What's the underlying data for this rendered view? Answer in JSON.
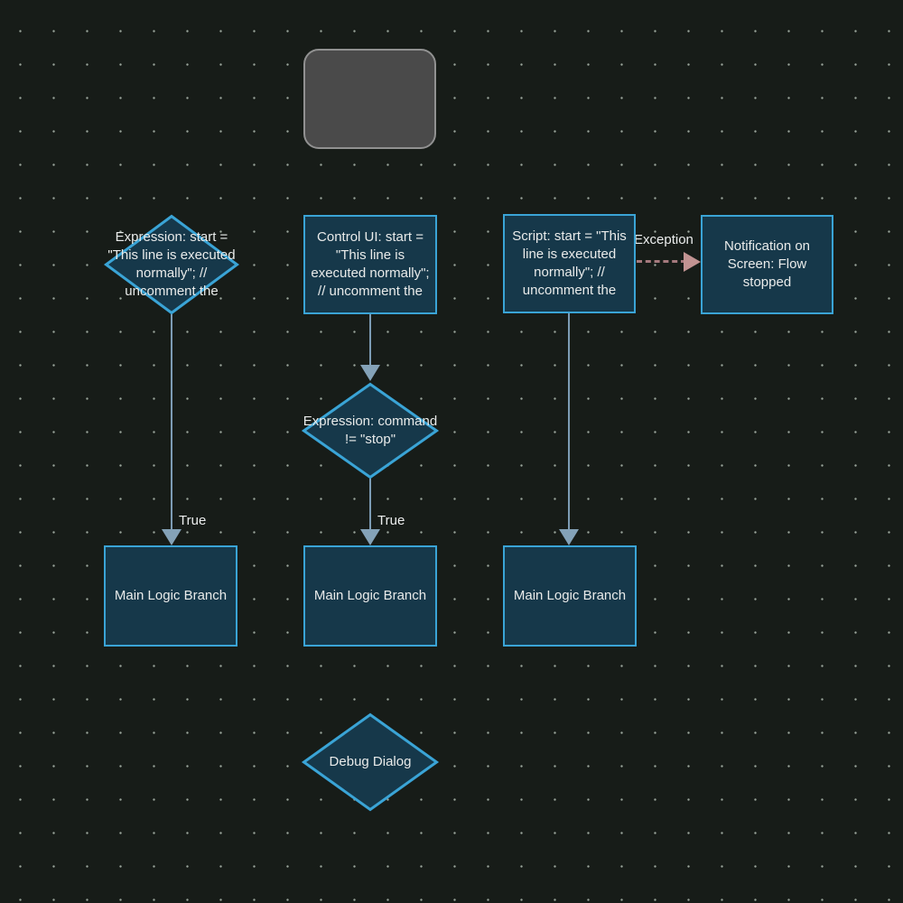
{
  "canvas": {
    "background_color": "#171c18",
    "grid_dot_color": "#9aa59b"
  },
  "colors": {
    "node_border": "#3aa4d6",
    "node_fill": "#16384a",
    "start_node_fill": "#4a4a4a",
    "start_node_border": "#919191",
    "edge": "#7d9cb5",
    "arrowhead": "#84a2b8",
    "exception_edge": "#a5797d",
    "exception_arrowhead": "#c29392",
    "text": "#e9ebea"
  },
  "nodes": {
    "start": {
      "label": "",
      "shape": "rounded-rect"
    },
    "expression1": {
      "label": "Expression: start = \"This line is executed normally\"; // uncomment the",
      "shape": "diamond"
    },
    "control_ui": {
      "label": "Control UI: start = \"This line is executed normally\"; // uncomment the",
      "shape": "rect"
    },
    "script": {
      "label": "Script: start = \"This line is executed normally\"; // uncomment the",
      "shape": "rect"
    },
    "notification": {
      "label": "Notification on Screen: Flow stopped",
      "shape": "rect"
    },
    "expression2": {
      "label": "Expression: command != \"stop\"",
      "shape": "diamond"
    },
    "main_branch_1": {
      "label": "Main Logic Branch",
      "shape": "rect"
    },
    "main_branch_2": {
      "label": "Main Logic Branch",
      "shape": "rect"
    },
    "main_branch_3": {
      "label": "Main Logic Branch",
      "shape": "rect"
    },
    "debug_dialog": {
      "label": "Debug Dialog",
      "shape": "diamond"
    }
  },
  "edges": {
    "expression1_to_main1": {
      "label": "True"
    },
    "control_ui_to_expression2": {
      "label": ""
    },
    "expression2_to_main2": {
      "label": "True"
    },
    "script_to_main3": {
      "label": ""
    },
    "script_to_notification": {
      "label": "Exception"
    }
  }
}
